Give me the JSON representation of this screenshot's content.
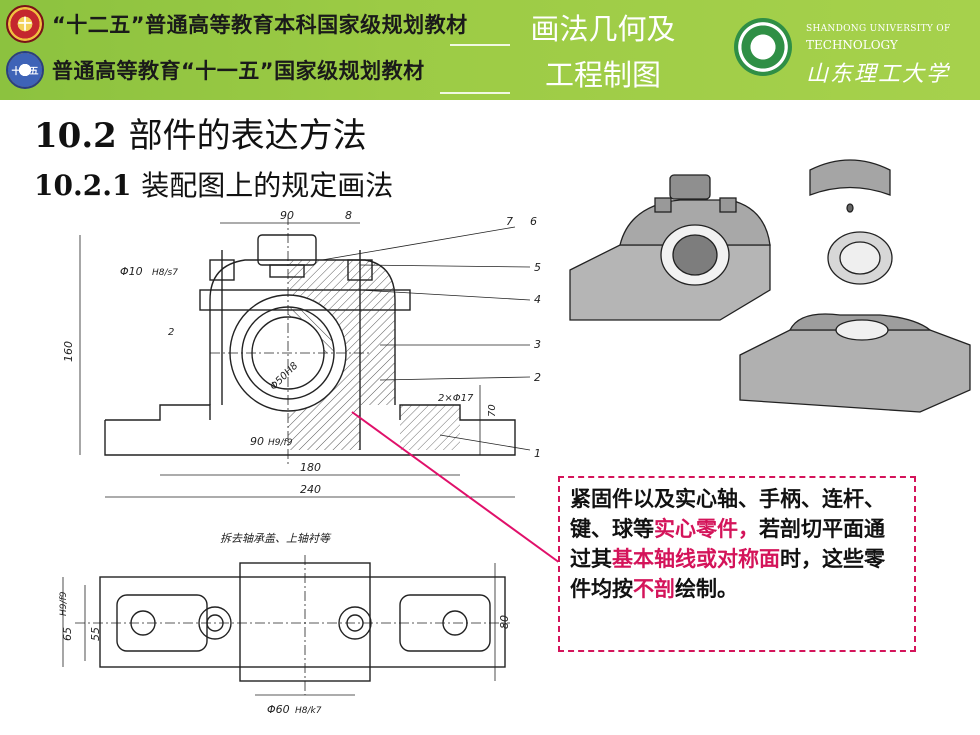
{
  "header": {
    "line1": "“十二五”普通高等教育本科国家级规划教材",
    "line2": "普通高等教育“十一五”国家级规划教材",
    "course_title_1": "画法几何及",
    "course_title_2": "工程制图",
    "seal_left_1": "十",
    "seal_left_2": "十一五",
    "university_en_1": "SHANDONG UNIVERSITY OF",
    "university_en_2": "TECHNOLOGY",
    "university_cn": "山东理工大学"
  },
  "section": {
    "number": "10.2",
    "title": "部件的表达方法",
    "sub_number": "10.2.1",
    "sub_title": "装配图上的规定画法"
  },
  "drawing": {
    "dims": {
      "top_90": "90",
      "top_8": "8",
      "fit_phi10": "Φ10",
      "fit_phi10_tol": "H8/s7",
      "gap_2": "2",
      "height_160": "160",
      "bore_phi50": "Φ50H8",
      "holes": "2×Φ17",
      "height_70": "70",
      "fit_90": "90",
      "fit_90_tol": "H9/f9",
      "width_180": "180",
      "width_240": "240",
      "view_note": "拆去轴承盖、上轴衬等",
      "side_65": "65",
      "side_65_tol": "H9/f9",
      "side_55": "55",
      "side_80": "80",
      "bottom_phi60": "Φ60",
      "bottom_phi60_tol": "H8/k7"
    },
    "part_numbers": [
      "1",
      "2",
      "3",
      "4",
      "5",
      "6",
      "7"
    ]
  },
  "callout": {
    "t1": "紧固件以及实心轴、手柄、连杆、键、球等",
    "t2": "实心零件，",
    "t3": "若剖切平面通过其",
    "t4": "基本轴线或对称面",
    "t5": "时，这些零件均按",
    "t6": "不剖",
    "t7": "绘制。"
  },
  "colors": {
    "banner_green": "#9ccb45",
    "highlight": "#d4145a",
    "leader": "#e0106a"
  }
}
